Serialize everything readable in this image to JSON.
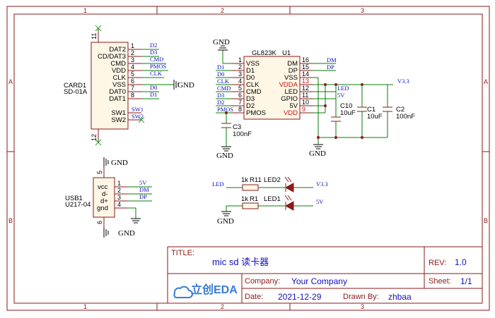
{
  "frame": {
    "cols": [
      "1",
      "2",
      "3"
    ],
    "rows": [
      "A",
      "B"
    ]
  },
  "title_block": {
    "title_label": "TITLE:",
    "title": "mic sd 读卡器",
    "rev_label": "REV:",
    "rev": "1.0",
    "company_label": "Company:",
    "company": "Your Company",
    "sheet_label": "Sheet:",
    "sheet": "1/1",
    "date_label": "Date:",
    "date": "2021-12-29",
    "drawn_label": "Drawn By:",
    "drawn_by": "zhbaa",
    "logo_text": "立创EDA"
  },
  "card": {
    "ref": "CARD1",
    "value": "SD-01A",
    "pin_top": "11",
    "pin_bottom": "12",
    "pins": [
      {
        "num": "1",
        "name": "DAT2",
        "net": "D2"
      },
      {
        "num": "2",
        "name": "CD/DAT3",
        "net": "D3"
      },
      {
        "num": "3",
        "name": "CMD",
        "net": "CMD"
      },
      {
        "num": "4",
        "name": "VDD",
        "net": "PMOS"
      },
      {
        "num": "5",
        "name": "CLK",
        "net": "CLK"
      },
      {
        "num": "6",
        "name": "VSS",
        "net": ""
      },
      {
        "num": "7",
        "name": "DAT0",
        "net": "D0"
      },
      {
        "num": "8",
        "name": "DAT1",
        "net": "D1"
      }
    ],
    "sw_pins": [
      {
        "name": "SW1",
        "net": "SW1"
      },
      {
        "name": "SW2",
        "net": "SW2"
      }
    ],
    "gnd": "GND"
  },
  "ic": {
    "part": "GL823K",
    "ref": "U1",
    "left_pins": [
      {
        "num": "1",
        "name": "VSS",
        "net": ""
      },
      {
        "num": "2",
        "name": "D1",
        "net": "D1"
      },
      {
        "num": "3",
        "name": "D0",
        "net": "D0"
      },
      {
        "num": "4",
        "name": "CLK",
        "net": "CLK"
      },
      {
        "num": "5",
        "name": "CMD",
        "net": "CMD"
      },
      {
        "num": "6",
        "name": "D3",
        "net": "D3"
      },
      {
        "num": "7",
        "name": "D2",
        "net": "D2"
      },
      {
        "num": "8",
        "name": "PMOS",
        "net": "PMOS"
      }
    ],
    "right_pins": [
      {
        "num": "16",
        "name": "DM",
        "net": "DM",
        "red": false
      },
      {
        "num": "15",
        "name": "DP",
        "net": "DP",
        "red": false
      },
      {
        "num": "14",
        "name": "VSS",
        "net": "",
        "red": false
      },
      {
        "num": "13",
        "name": "VDDA",
        "net": "",
        "red": true
      },
      {
        "num": "12",
        "name": "LED",
        "net": "LED",
        "red": false
      },
      {
        "num": "11",
        "name": "GPIO",
        "net": "5V",
        "red": false
      },
      {
        "num": "10",
        "name": "5V",
        "net": "",
        "red": false
      },
      {
        "num": "9",
        "name": "VDD",
        "net": "",
        "red": true
      }
    ],
    "gnd": "GND",
    "v33": "V3.3"
  },
  "caps": [
    {
      "ref": "C3",
      "value": "100nF"
    },
    {
      "ref": "C10",
      "value": "10uF"
    },
    {
      "ref": "C1",
      "value": "10uF"
    },
    {
      "ref": "C2",
      "value": "100nF"
    }
  ],
  "cap_gnd": "GND",
  "usb": {
    "ref": "USB1",
    "value": "U217-04",
    "pin_top": "5",
    "pin_bottom": "6",
    "pins": [
      {
        "num": "1",
        "name": "vcc",
        "net": "5V"
      },
      {
        "num": "2",
        "name": "d-",
        "net": "DM"
      },
      {
        "num": "3",
        "name": "d+",
        "net": "DP"
      },
      {
        "num": "4",
        "name": "gnd",
        "net": ""
      }
    ],
    "gnd_top": "GND",
    "gnd_bottom": "GND"
  },
  "leds": {
    "r11_ref": "R11",
    "r11_val": "1k",
    "led2_ref": "LED2",
    "r1_ref": "R1",
    "r1_val": "1k",
    "led1_ref": "LED1",
    "net_led": "LED",
    "net_v33": "V3.3",
    "net_5v": "5V",
    "gnd": "GND"
  }
}
